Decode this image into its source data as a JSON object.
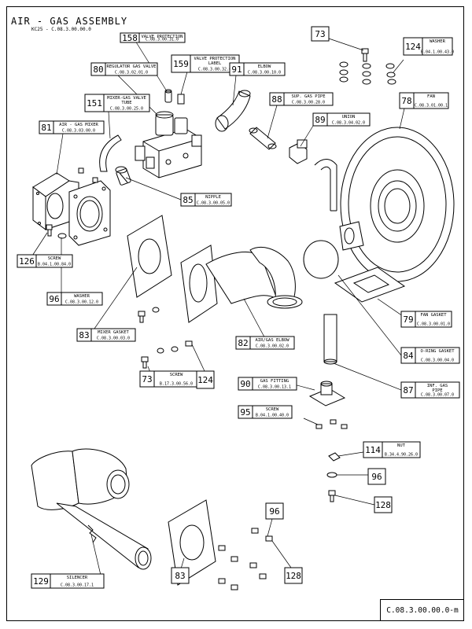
{
  "title": "AIR - GAS ASSEMBLY",
  "subtitle": "KC25 - C.08.3.00.00.0",
  "drawing_number": "C.08.3.00.00.0-m",
  "callouts": [
    {
      "id": "c73a",
      "num": "73",
      "name": "",
      "code": ""
    },
    {
      "id": "c124a",
      "num": "124",
      "name": "WASHER",
      "code": "B.04.1.00.43.0"
    },
    {
      "id": "c158",
      "num": "158",
      "name": "VALVE PROTECTION",
      "code": "C.08.3.00.31.0"
    },
    {
      "id": "c159",
      "num": "159",
      "name": "VALVE PROTECTION LABEL",
      "code": "C.08.3.00.32.0"
    },
    {
      "id": "c80",
      "num": "80",
      "name": "REGULATOR GAS VALVE",
      "code": "C.08.3.02.01.0"
    },
    {
      "id": "c91",
      "num": "91",
      "name": "ELBOW",
      "code": "C.08.3.00.10.0"
    },
    {
      "id": "c78",
      "num": "78",
      "name": "FAN",
      "code": "C.08.3.01.00.1"
    },
    {
      "id": "c88",
      "num": "88",
      "name": "SUP. GAS PIPE",
      "code": "C.08.3.00.28.0"
    },
    {
      "id": "c151",
      "num": "151",
      "name": "MIXER-GAS VALVE TUBE",
      "code": "C.08.3.00.25.0"
    },
    {
      "id": "c89",
      "num": "89",
      "name": "UNION",
      "code": "C.08.3.04.02.0"
    },
    {
      "id": "c81",
      "num": "81",
      "name": "AIR - GAS MIXER",
      "code": "C.08.3.03.00.0"
    },
    {
      "id": "c85",
      "num": "85",
      "name": "NIPPLE",
      "code": "C.08.3.00.05.0"
    },
    {
      "id": "c126",
      "num": "126",
      "name": "SCREW",
      "code": "B.04.1.00.84.0"
    },
    {
      "id": "c96a",
      "num": "96",
      "name": "WASHER",
      "code": "C.08.3.00.12.0"
    },
    {
      "id": "c83a",
      "num": "83",
      "name": "MIXER GASKET",
      "code": "C.08.3.00.03.0"
    },
    {
      "id": "c79",
      "num": "79",
      "name": "FAN GASKET",
      "code": "C.08.3.00.01.0"
    },
    {
      "id": "c82",
      "num": "82",
      "name": "AIR/GAS ELBOW",
      "code": "C.08.3.00.02.0"
    },
    {
      "id": "c84",
      "num": "84",
      "name": "O-RING GASKET",
      "code": "C.08.3.00.04.0"
    },
    {
      "id": "c73b",
      "num": "73",
      "name": "SCREW",
      "code": "B.17.3.00.56.0"
    },
    {
      "id": "c124b",
      "num": "124",
      "name": "",
      "code": ""
    },
    {
      "id": "c90",
      "num": "90",
      "name": "GAS FITTING",
      "code": "C.08.3.00.13.1"
    },
    {
      "id": "c87",
      "num": "87",
      "name": "INF. GAS PIPE",
      "code": "C.08.3.00.07.0"
    },
    {
      "id": "c95",
      "num": "95",
      "name": "SCREW",
      "code": "B.04.1.00.40.0"
    },
    {
      "id": "c114",
      "num": "114",
      "name": "NUT",
      "code": "B.34.4.90.26.0"
    },
    {
      "id": "c96b",
      "num": "96",
      "name": "",
      "code": ""
    },
    {
      "id": "c128a",
      "num": "128",
      "name": "",
      "code": ""
    },
    {
      "id": "c96c",
      "num": "96",
      "name": "",
      "code": ""
    },
    {
      "id": "c128b",
      "num": "128",
      "name": "",
      "code": ""
    },
    {
      "id": "c129",
      "num": "129",
      "name": "SILENCER",
      "code": "C.08.3.00.17.1"
    },
    {
      "id": "c83b",
      "num": "83",
      "name": "",
      "code": ""
    }
  ]
}
